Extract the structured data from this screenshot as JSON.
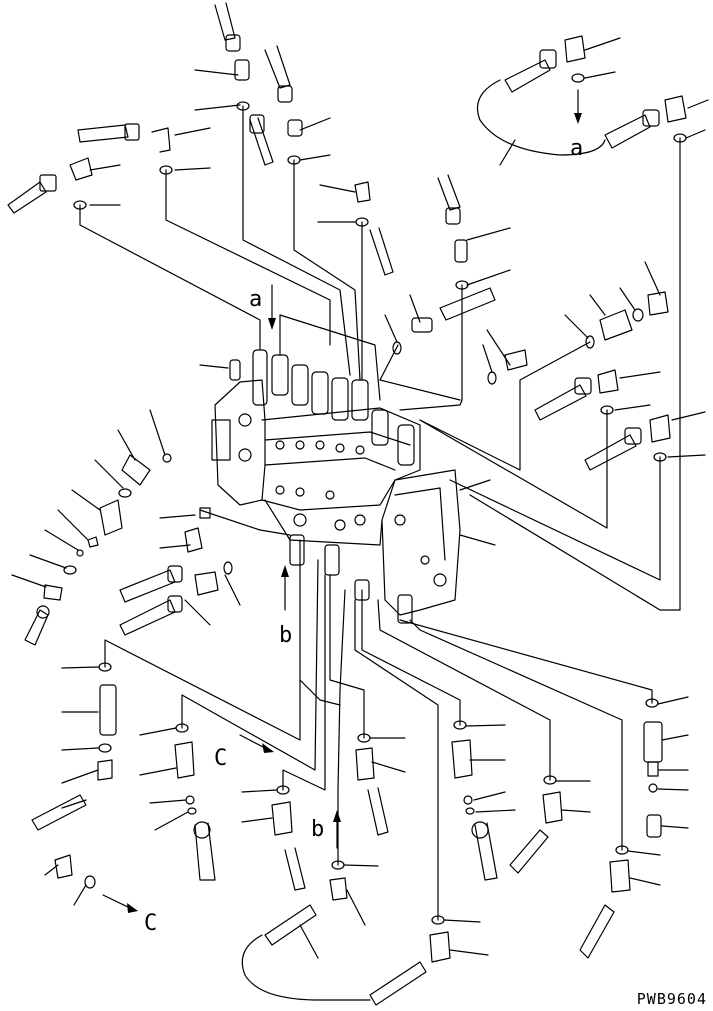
{
  "labels": {
    "a_top": "a",
    "a_valve": "a",
    "b_mid": "b",
    "b_low": "b",
    "c_mid": "C",
    "c_low": "C"
  },
  "drawing_code": "PWB9604"
}
